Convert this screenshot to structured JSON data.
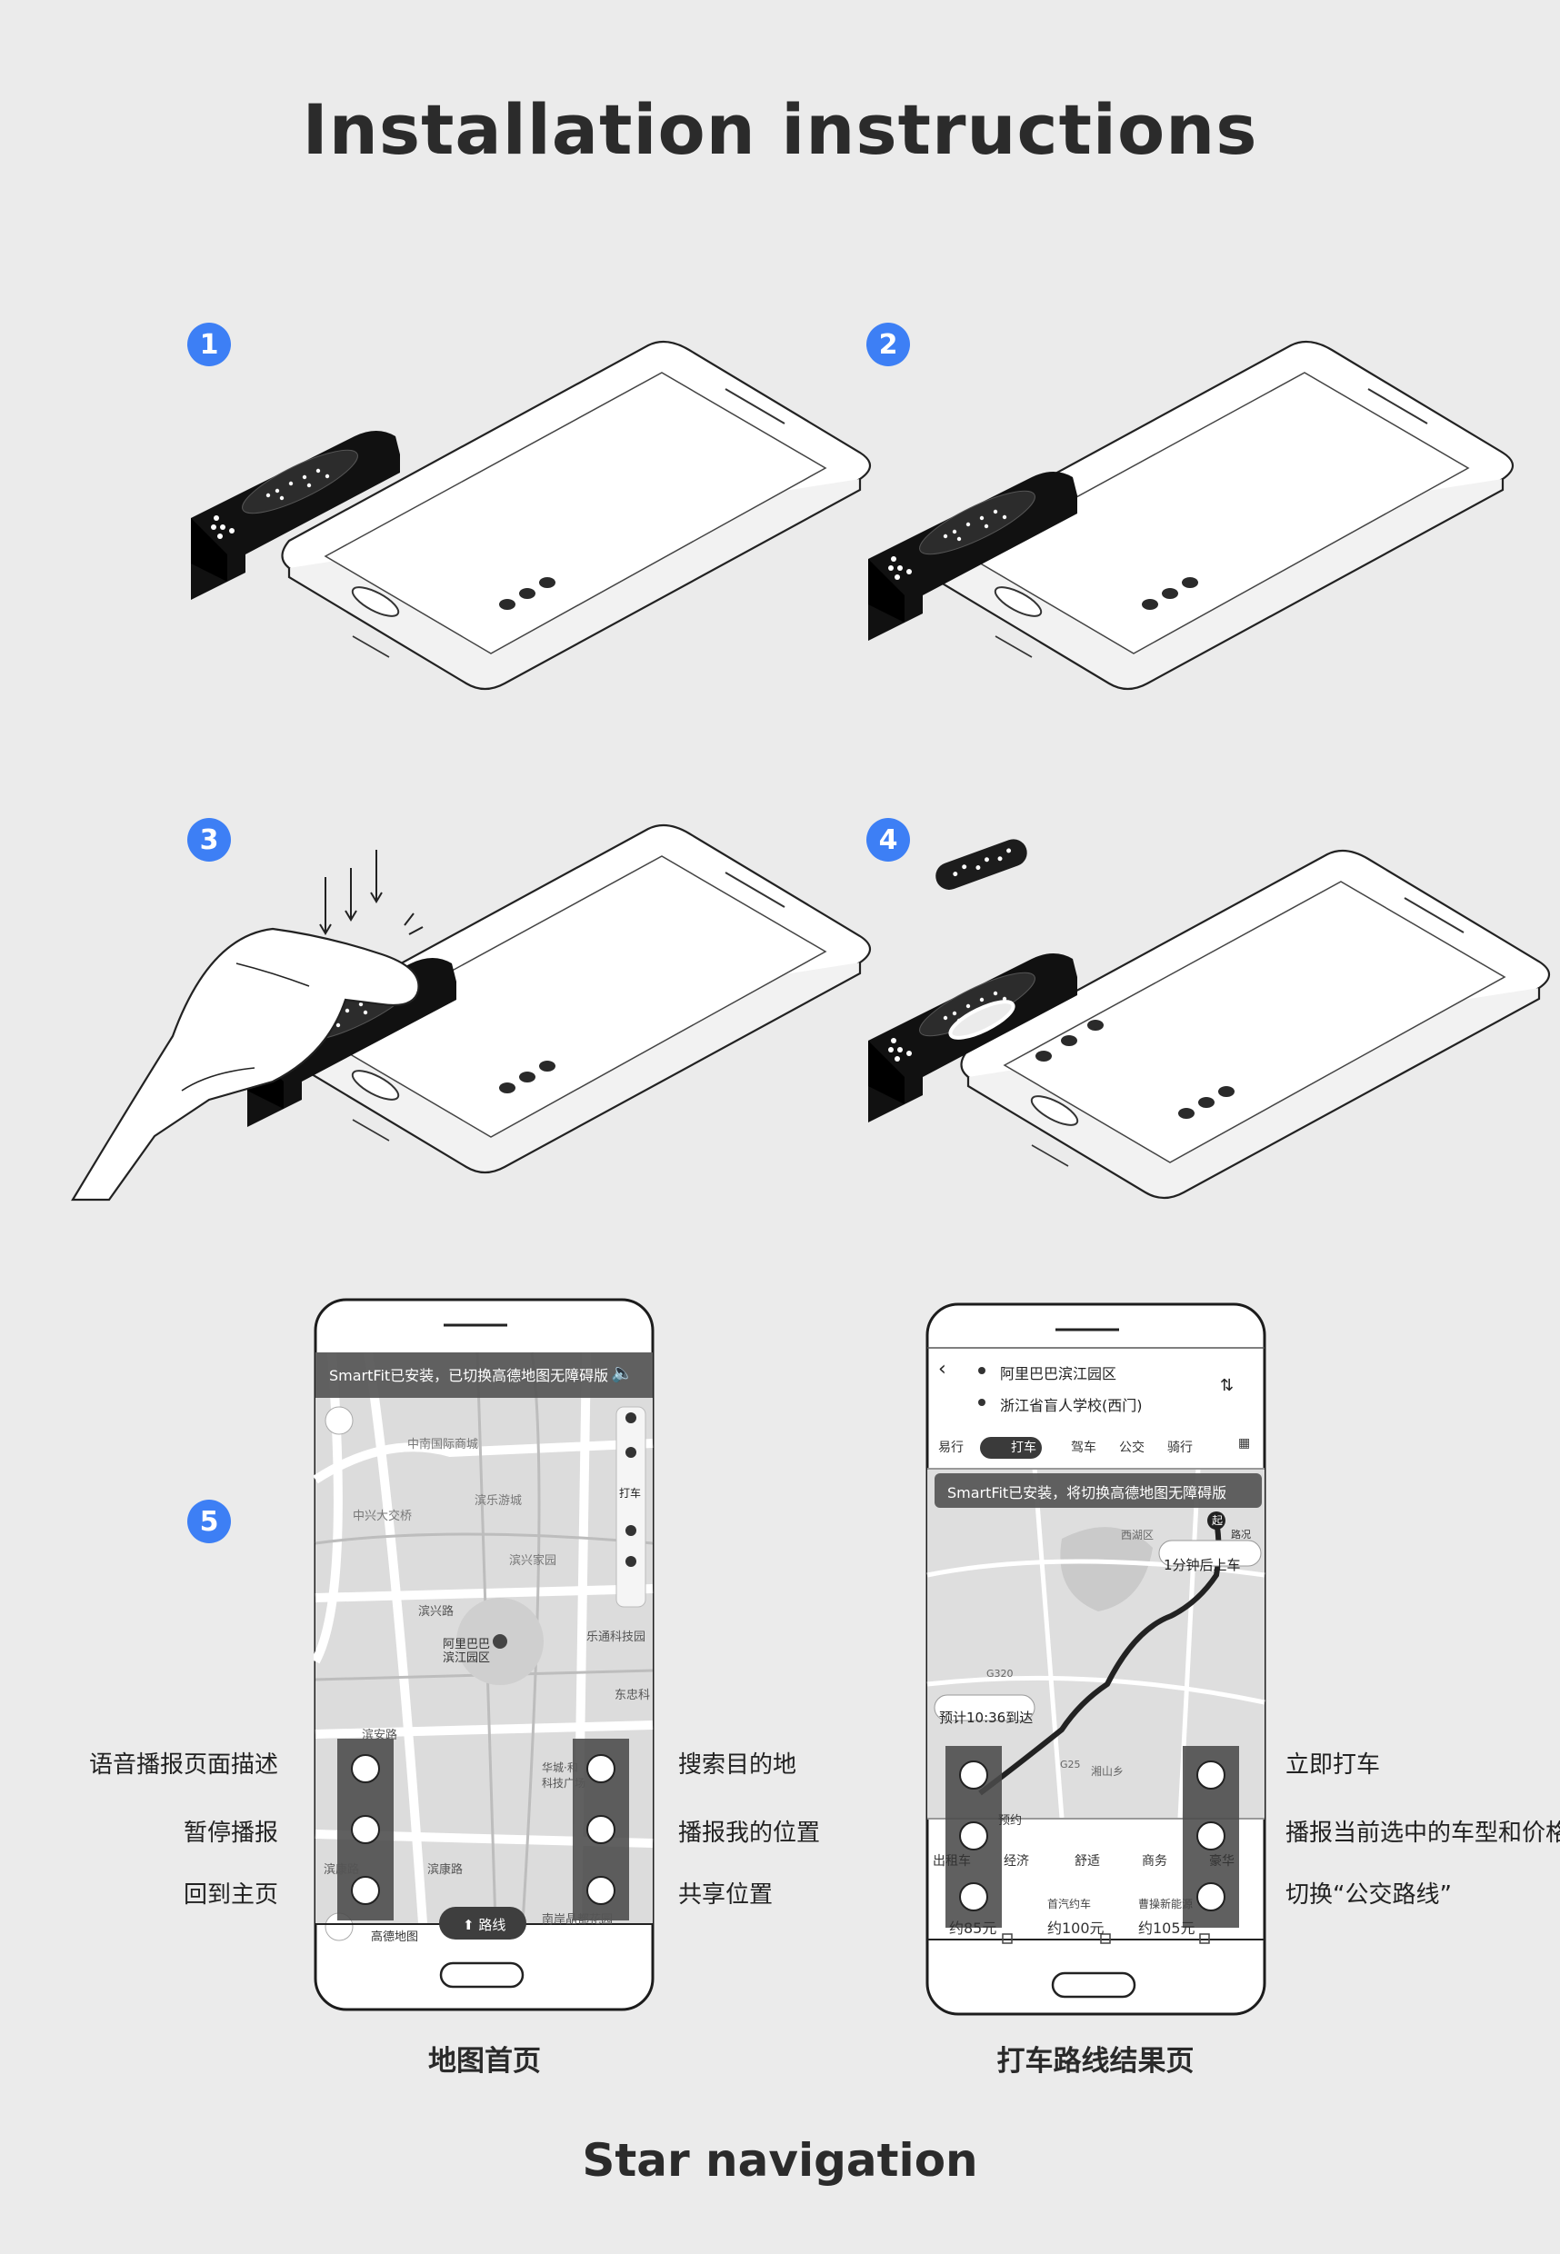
{
  "header": {
    "title": "Installation instructions"
  },
  "footer": {
    "title": "Star navigation"
  },
  "steps": [
    "1",
    "2",
    "3",
    "4",
    "5"
  ],
  "colors": {
    "step_badge": "#3d7ff5",
    "background": "#ebebeb"
  },
  "screen1": {
    "caption": "地图首页",
    "toast": "SmartFit已安装，已切换高德地图无障碍版",
    "map_labels": [
      "中南国际商城",
      "中兴大交桥",
      "滨乐游城",
      "滨兴家园",
      "滨兴路",
      "阿里巴巴滨江园区",
      "乐通科技园",
      "东忠科",
      "华城·和科技广场",
      "滨安路",
      "滨康路",
      "南岸晶都花园",
      "滨康路"
    ],
    "side_buttons": [
      "打车"
    ],
    "route_button": "路线",
    "logo": "高德地图",
    "left_labels": [
      "语音播报页面描述",
      "暂停播报",
      "回到主页"
    ],
    "right_labels": [
      "搜索目的地",
      "播报我的位置",
      "共享位置"
    ]
  },
  "screen2": {
    "caption": "打车路线结果页",
    "origin": "阿里巴巴滨江园区",
    "destination": "浙江省盲人学校(西门)",
    "tabs": [
      "易行",
      "打车",
      "驾车",
      "公交",
      "骑行"
    ],
    "toast": "SmartFit已安装，将切换高德地图无障碍版",
    "pickup": "1分钟后上车",
    "eta": "预计10:36到达",
    "map_labels": [
      "西湖区",
      "路况",
      "起",
      "G320",
      "湘山乡",
      "G25"
    ],
    "car_tabs": [
      "出租车",
      "经济",
      "舒适",
      "商务",
      "豪华"
    ],
    "car_options": [
      {
        "name": "",
        "price": "约85元"
      },
      {
        "name": "首汽约车",
        "price": "约100元"
      },
      {
        "name": "曹操新能源",
        "price": "约105元"
      }
    ],
    "left_marks": [
      "预约"
    ],
    "right_labels": [
      "立即打车",
      "播报当前选中的车型和价格",
      "切换“公交路线”"
    ]
  }
}
